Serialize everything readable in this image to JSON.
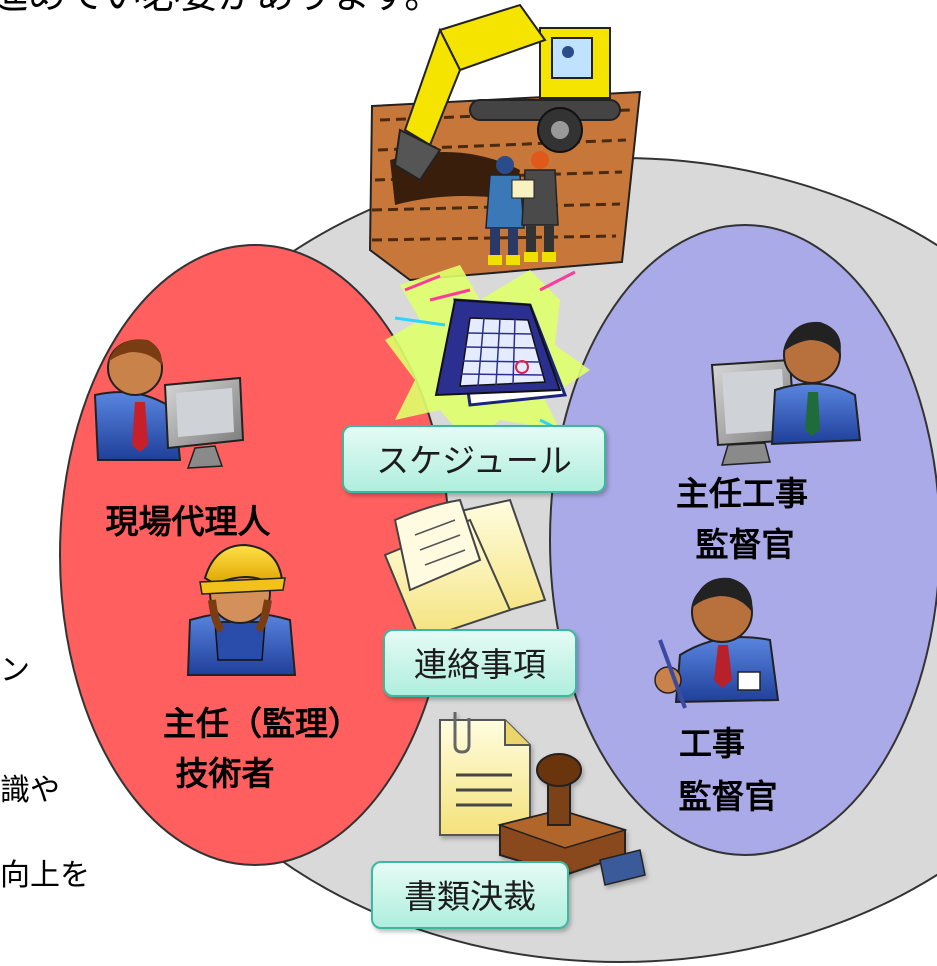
{
  "header_partial_text": "進めてい必要があります。",
  "left_side_partial_texts": [
    "ン",
    "識や",
    "向上を"
  ],
  "roles": {
    "site_agent": "現場代理人",
    "chief_engineer": "主任（監理）",
    "chief_engineer_line2": "技術者",
    "chief_supervisor": "主任工事",
    "chief_supervisor_line2": "監督官",
    "supervisor": "工事",
    "supervisor_line2": "監督官"
  },
  "shared_items": {
    "schedule": "スケジュール",
    "notices": "連絡事項",
    "document_approval": "書類決裁"
  },
  "colors": {
    "outer_circle": "#d9d9d9",
    "contractor_ellipse": "#ff5f5f",
    "client_ellipse": "#aaaae8",
    "label_box": "#c8f5ea",
    "label_box_border": "#3cb8a0"
  }
}
